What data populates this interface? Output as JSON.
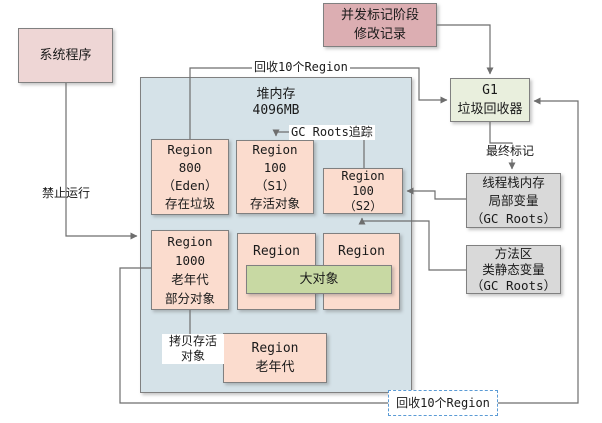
{
  "diagram": {
    "title_context": "G1 garbage collector region diagram",
    "nodes": {
      "system_program": {
        "lines": [
          "系统程序"
        ]
      },
      "concurrent_mark": {
        "lines": [
          "并发标记阶段",
          "修改记录"
        ]
      },
      "g1_collector": {
        "lines": [
          "G1",
          "垃圾回收器"
        ]
      },
      "heap": {
        "lines": [
          "堆内存",
          "4096MB"
        ]
      },
      "region_eden": {
        "lines": [
          "Region",
          "800",
          "（Eden）",
          "存在垃圾"
        ]
      },
      "region_s1": {
        "lines": [
          "Region",
          "100",
          "（S1）",
          "存活对象"
        ]
      },
      "region_s2": {
        "lines": [
          "Region",
          "100",
          "（S2）"
        ]
      },
      "region_old_1000": {
        "lines": [
          "Region",
          "1000",
          "老年代",
          "部分对象"
        ]
      },
      "region_plain_a": {
        "lines": [
          "Region"
        ]
      },
      "region_plain_b": {
        "lines": [
          "Region"
        ]
      },
      "big_object": {
        "lines": [
          "大对象"
        ]
      },
      "region_old_gen": {
        "lines": [
          "Region",
          "老年代"
        ]
      },
      "thread_stack": {
        "lines": [
          "线程栈内存",
          "局部变量",
          "（GC Roots）"
        ]
      },
      "method_area": {
        "lines": [
          "方法区",
          "类静态变量",
          "（GC Roots）"
        ]
      }
    },
    "labels": {
      "recycle_top": "回收10个Region",
      "gc_roots_trace": "GC Roots追踪",
      "final_mark": "最终标记",
      "forbid_run": "禁止运行",
      "copy_surviving_line1": "拷贝存活",
      "copy_surviving_line2": "对象",
      "recycle_bottom": "回收10个Region"
    },
    "colors": {
      "heap_fill": "#d5e2e8",
      "region_fill": "#fbdcce",
      "system_fill": "#eed6d5",
      "concurrent_fill": "#dcaeb2",
      "g1_fill": "#e9efdd",
      "big_object_fill": "#c8d9a3",
      "gc_roots_fill": "#d9d9d9",
      "box_border": "#808080",
      "wire": "#6e6e6e",
      "dashed_label_border": "#5b9bd5"
    }
  }
}
